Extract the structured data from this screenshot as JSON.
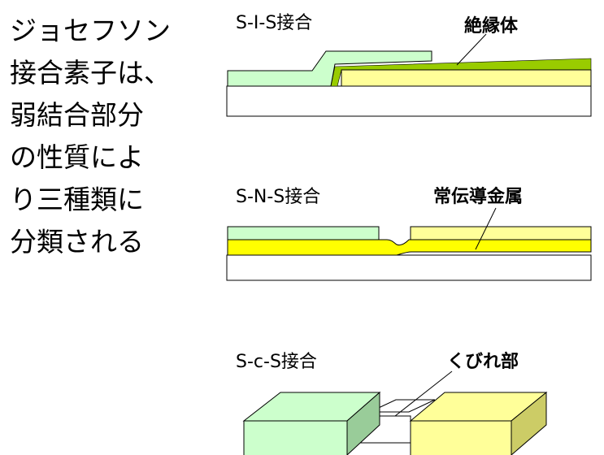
{
  "intro_lines": [
    "ジョセフソン",
    "接合素子は、",
    "弱結合部分",
    "の性質によ",
    "り三種類に",
    "分類される"
  ],
  "diagrams": {
    "sis": {
      "title": "S-I-S接合",
      "callout": "絶縁体"
    },
    "sns": {
      "title": "S-N-S接合",
      "callout": "常伝導金属"
    },
    "scs": {
      "title": "S-c-S接合",
      "callout": "くびれ部"
    }
  },
  "colors": {
    "superconductor_green": "#ccffcc",
    "superconductor_yellow": "#ffff99",
    "insulator": "#99cc00",
    "normal_metal": "#ffff00",
    "substrate": "#ffffff"
  }
}
